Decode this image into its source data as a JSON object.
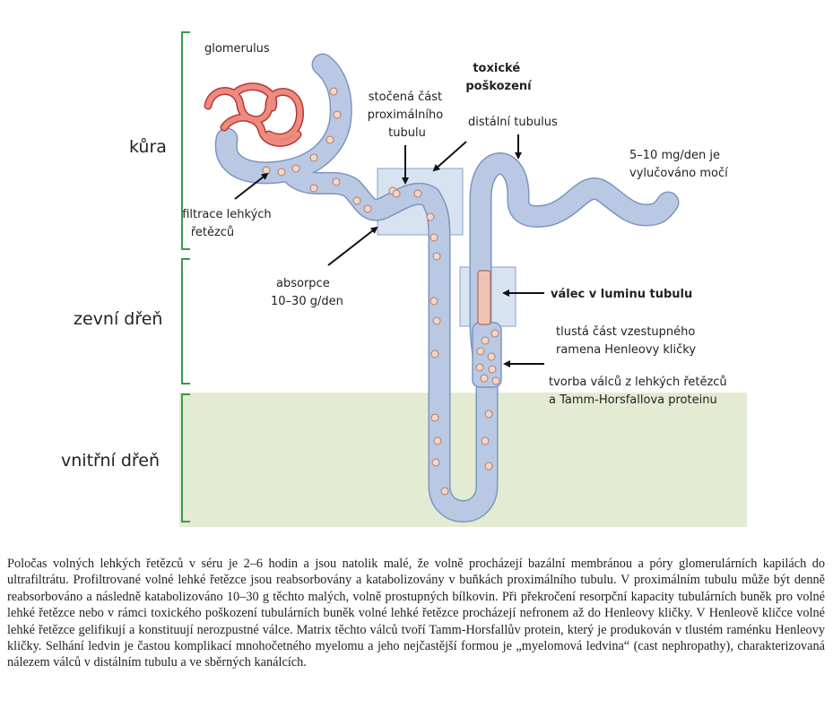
{
  "zones": {
    "cortex": "kůra",
    "outer_medulla": "zevní dřeň",
    "inner_medulla": "vnitřní dřeň"
  },
  "labels": {
    "glomerulus": "glomerulus",
    "filtration": [
      "filtrace lehkých",
      "řetězců"
    ],
    "proximal": [
      "stočená část",
      "proximálního",
      "tubulu"
    ],
    "toxic": [
      "toxické",
      "poškození"
    ],
    "distal": "distální tubulus",
    "excretion": [
      "5–10 mg/den je",
      "vylučováno močí"
    ],
    "absorption": [
      "absorpce",
      "10–30 g/den"
    ],
    "cast_in_lumen": "válec v luminu tubulu",
    "thick_ascending": [
      "tlustá část vzestupného",
      "ramena Henleovy kličky"
    ],
    "cast_formation": [
      "tvorba válců z lehkých řetězců",
      "a Tamm-Horsfallova proteinu"
    ]
  },
  "colors": {
    "tubule": "#b9c9e4",
    "tubule_edge": "#7e95bf",
    "glomerulus": "#e4665e",
    "particle": "#f3d6c8",
    "inner_medulla_bg": "#e3ecd2",
    "bracket": "#3a9a4a",
    "box": "#d8e3f2"
  },
  "caption": "Poločas volných lehkých řetězců v séru je 2–6 hodin a jsou natolik malé, že volně procházejí bazální membránou a póry glomerulárních kapilách do ultrafiltrátu. Profiltrované volné lehké řetězce jsou reabsorbovány a katabolizovány v buňkách proximálního tubulu. V proximálním tubulu může být denně reabsorbováno a následně katabolizováno 10–30 g těchto malých, volně prostupných bílkovin. Při překročení resorpční kapacity tubulárních buněk pro volné lehké řetězce nebo v rámci toxického poškození tubulárních buněk volné lehké řetězce procházejí nefronem až do Henleovy kličky. V Henleově kličce volné lehké řetězce gelifikují a konstituují nerozpustné válce. Matrix těchto válců tvoří Tamm-Horsfallův protein, který je produkován v tlustém raménku Henleovy kličky. Selhání ledvin je častou komplikací mnohočetného myelomu a jeho nejčastější formou je „myelomová ledvina“ (cast nephropathy), charakterizovaná nálezem válců v distálním tubulu a ve sběrných kanálcích."
}
